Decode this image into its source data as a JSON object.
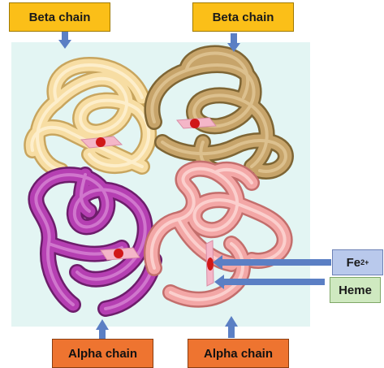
{
  "labels": {
    "beta_left": "Beta chain",
    "beta_right": "Beta chain",
    "alpha_left": "Alpha chain",
    "alpha_right": "Alpha chain",
    "fe_base": "Fe",
    "fe_sup": "2+",
    "heme": "Heme"
  },
  "colors": {
    "beta_left": "#f5d99a",
    "beta_right": "#c9a66b",
    "alpha_left": "#b63fb3",
    "alpha_right": "#f3a7a6",
    "arrow": "#5b7fc4",
    "heme_plane": "#f4b6c8",
    "iron": "#d01818",
    "background": "#e3f5f3"
  }
}
